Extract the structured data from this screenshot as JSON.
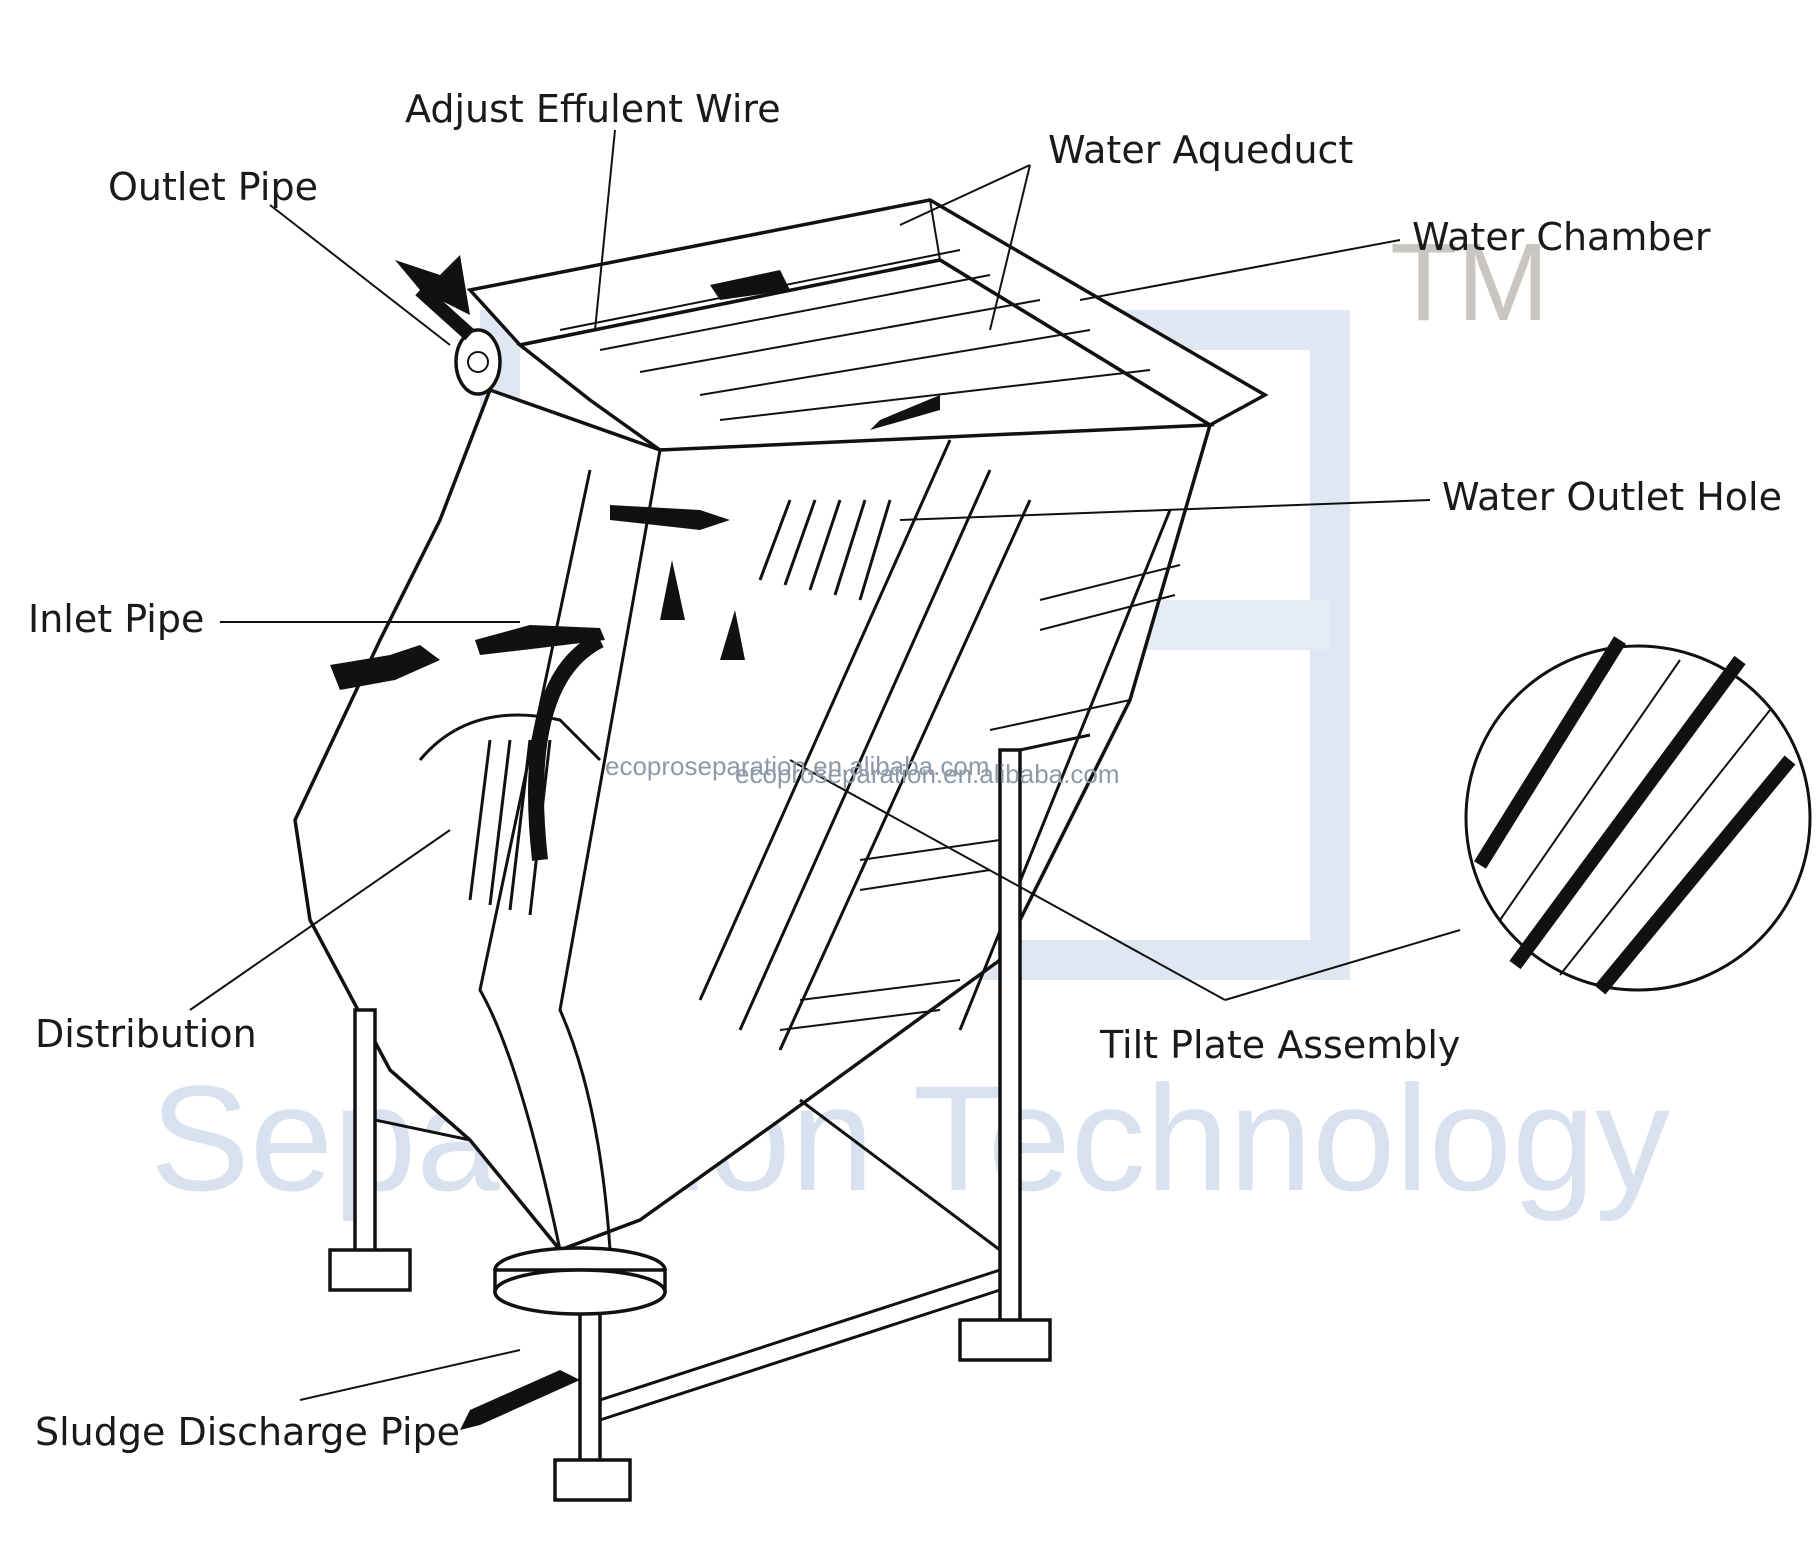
{
  "labels": {
    "adjust_effluent_wire": "Adjust Effulent Wire",
    "outlet_pipe": "Outlet Pipe",
    "water_aqueduct": "Water Aqueduct",
    "water_chamber": "Water Chamber",
    "water_outlet_hole": "Water Outlet Hole",
    "inlet_pipe": "Inlet Pipe",
    "distribution": "Distribution",
    "tilt_plate_assembly": "Tilt Plate Assembly",
    "sludge_discharge_pipe": "Sludge Discharge Pipe"
  },
  "watermark": {
    "tagline": "Separation Technology",
    "trademark": "TM",
    "url_1": "ecoproseparation.en.alibaba.com",
    "url_2": "ecoproseparation.en.alibaba.com"
  },
  "colors": {
    "line": "#111111",
    "watermark": "#d7e1ef",
    "background": "#ffffff"
  }
}
